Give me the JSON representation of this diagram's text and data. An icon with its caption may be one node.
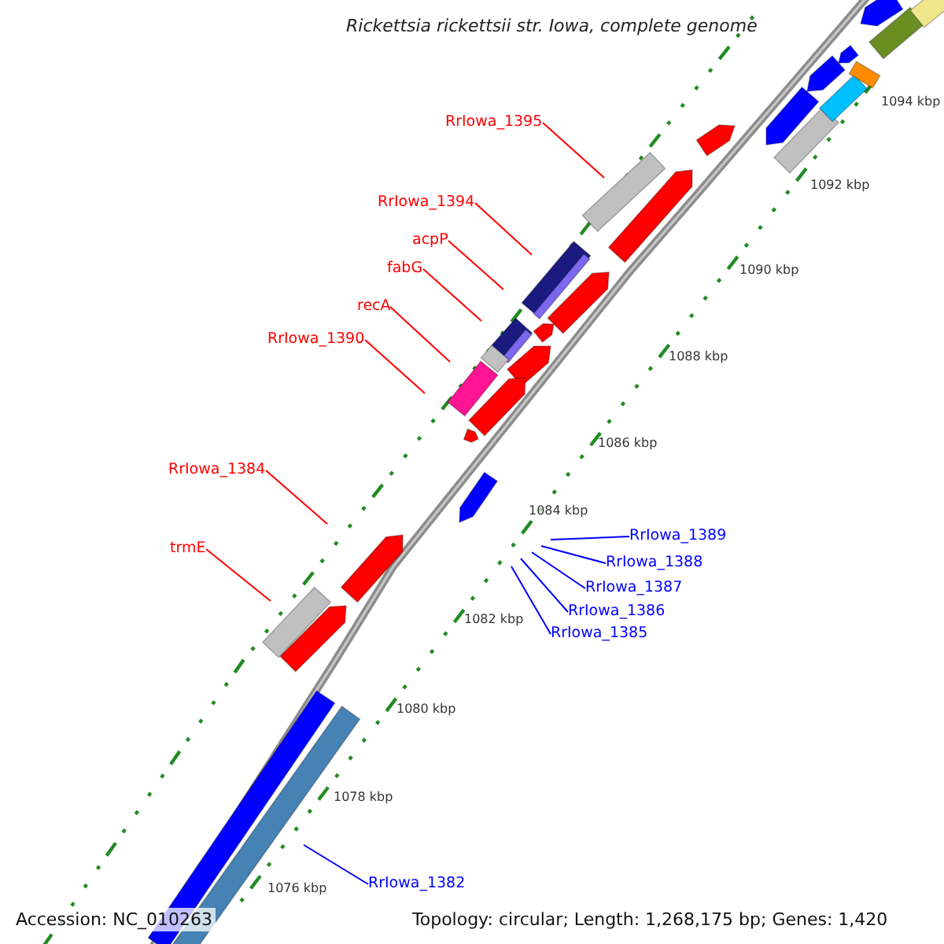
{
  "diagram": {
    "title": "Rickettsia rickettsii str. Iowa, complete genome",
    "nodes": [
      {
        "text": [
          "RrIowa_1395"
        ]
      },
      {
        "text": [
          "RrIowa_1394"
        ]
      },
      {
        "text": [
          "acpP"
        ]
      },
      {
        "text": [
          "fabG"
        ]
      },
      {
        "text": [
          "recA"
        ]
      },
      {
        "text": [
          "RrIowa_1390"
        ]
      },
      {
        "text": [
          "RrIowa_1384"
        ]
      },
      {
        "text": [
          "trmE"
        ]
      },
      {
        "text": [
          "RrIowa_1389"
        ]
      },
      {
        "text": [
          "RrIowa_1388"
        ]
      },
      {
        "text": [
          "RrIowa_1387"
        ]
      },
      {
        "text": [
          "RrIowa_1386"
        ]
      },
      {
        "text": [
          "RrIowa_1385"
        ]
      },
      {
        "text": [
          "RrIowa_1382"
        ]
      }
    ],
    "edges": [
      {
        "from": 0,
        "to": null,
        "arrow": "none"
      },
      {
        "from": 1,
        "to": null,
        "arrow": "none"
      },
      {
        "from": 2,
        "to": null,
        "arrow": "none"
      },
      {
        "from": 3,
        "to": null,
        "arrow": "none"
      },
      {
        "from": 4,
        "to": null,
        "arrow": "none"
      },
      {
        "from": 5,
        "to": null,
        "arrow": "none"
      },
      {
        "from": 6,
        "to": null,
        "arrow": "none"
      },
      {
        "from": 7,
        "to": null,
        "arrow": "none"
      },
      {
        "from": 8,
        "to": null,
        "arrow": "none",
        "color": "#0000ff"
      },
      {
        "from": 9,
        "to": null,
        "arrow": "none",
        "color": "#0000ff"
      },
      {
        "from": 10,
        "to": null,
        "arrow": "none",
        "color": "#0000ff"
      },
      {
        "from": 11,
        "to": null,
        "arrow": "none",
        "color": "#0000ff"
      },
      {
        "from": 12,
        "to": null,
        "arrow": "none",
        "color": "#0000ff"
      },
      {
        "from": 13,
        "to": null,
        "arrow": "none",
        "color": "#0000ff"
      }
    ],
    "labels": [
      "1094 kbp",
      "1092 kbp",
      "1090 kbp",
      "1088 kbp",
      "1086 kbp",
      "1084 kbp",
      "1082 kbp",
      "1080 kbp",
      "1078 kbp",
      "1076 kbp",
      "Accession: NC_010263",
      "Topology: circular; Length: 1,268,175 bp; Genes: 1,420"
    ]
  }
}
